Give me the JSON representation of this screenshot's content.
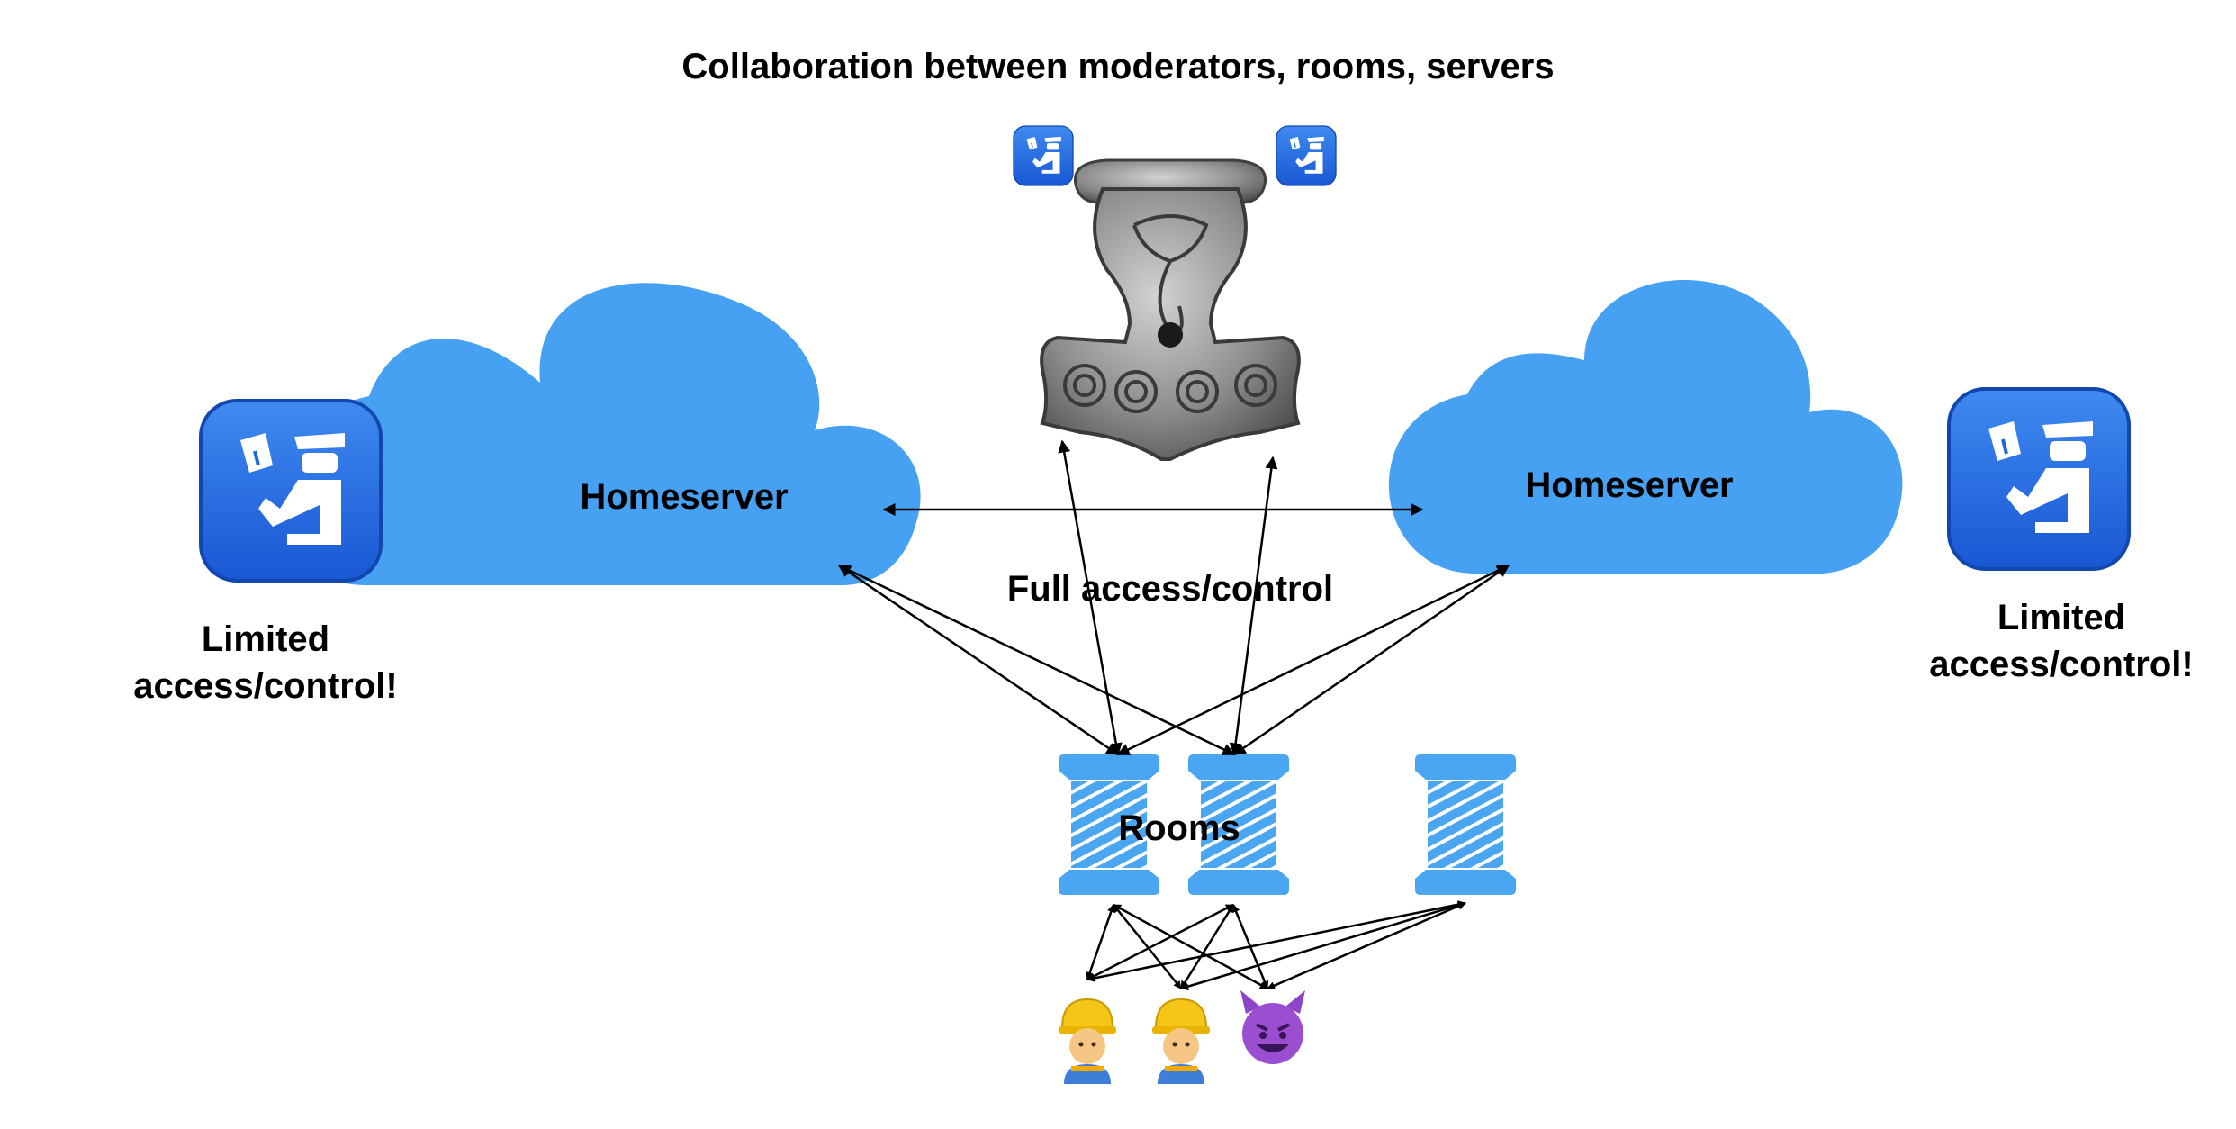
{
  "title": "Collaboration between moderators, rooms, servers",
  "homeservers": [
    {
      "label": "Homeserver",
      "icon": "cloud-icon"
    },
    {
      "label": "Homeserver",
      "icon": "cloud-icon"
    }
  ],
  "moderators": {
    "left": {
      "icon": "passport-control-icon",
      "caption_line1": "Limited",
      "caption_line2": "access/control!"
    },
    "right": {
      "icon": "passport-control-icon",
      "caption_line1": "Limited",
      "caption_line2": "access/control!"
    },
    "hammer_side_icons": [
      "passport-control-icon",
      "passport-control-icon"
    ]
  },
  "hammer": {
    "icon": "thor-hammer-pendant-icon",
    "caption": "Full access/control"
  },
  "rooms": {
    "label": "Rooms",
    "count": 3,
    "icon": "thread-spool-icon"
  },
  "users": [
    {
      "icon": "worker-icon",
      "emoji": "👷"
    },
    {
      "icon": "worker-icon",
      "emoji": "👷"
    },
    {
      "icon": "smiling-devil-icon",
      "emoji": "😈"
    }
  ],
  "colors": {
    "cloud": "#47A1F2",
    "spool": "#4AA6F0",
    "badge": "#1F68DC",
    "arrow": "#000000",
    "silver": "#8A8A8A"
  }
}
